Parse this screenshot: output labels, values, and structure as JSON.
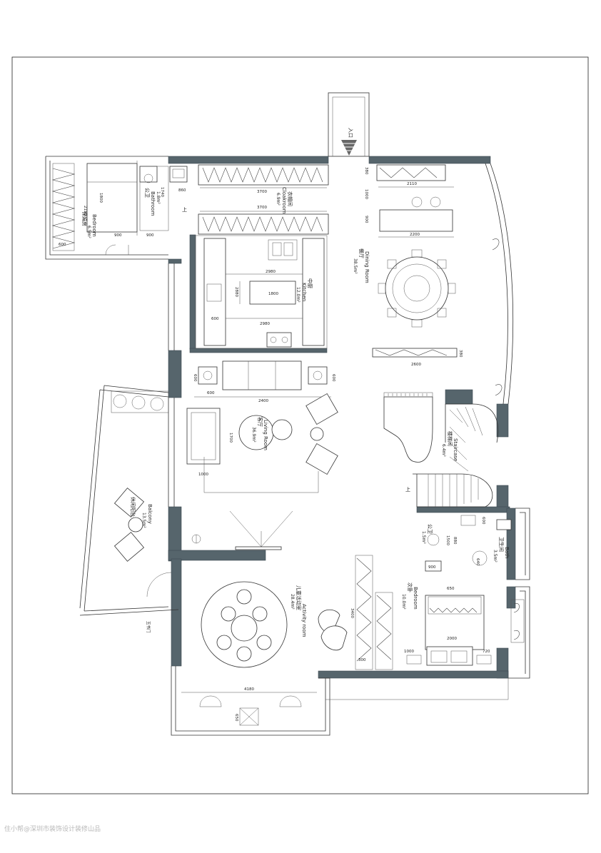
{
  "entrance": {
    "label": "入口"
  },
  "rooms": {
    "nanny_bedroom": {
      "cn": "保姆房",
      "en": "Bedroom",
      "area": "6.5m²"
    },
    "public_bath_top": {
      "cn": "公卫",
      "en": "Bathroom",
      "area": "1.8m²"
    },
    "cloakroom": {
      "cn": "衣帽间",
      "en": "Cloakroom",
      "area": "6.9m²"
    },
    "kitchen": {
      "cn": "中厨",
      "en": "Kitchen",
      "area": "12.0m²"
    },
    "dining": {
      "cn": "餐厅",
      "en": "Dining Room",
      "area": "38.5m²"
    },
    "living": {
      "cn": "客厅",
      "en": "Living Room",
      "area": "36.9m²"
    },
    "staircase": {
      "cn": "楼梯间",
      "en": "Staircase",
      "area": "6.4m²"
    },
    "balcony": {
      "cn": "休闲阳台",
      "en": "Balcony",
      "area": "13.5m²"
    },
    "activity": {
      "cn": "儿童活动室",
      "en": "Activity room",
      "area": "28.4m²"
    },
    "bedroom": {
      "cn": "次卧",
      "en": "Bedroom",
      "area": "10.0m²"
    },
    "public_bath": {
      "cn": "公卫",
      "en": "",
      "area": "1.5m²"
    },
    "bath": {
      "cn": "卫生间",
      "en": "Bath",
      "area": "3.5m²"
    }
  },
  "dims": {
    "d3700a": "3700",
    "d3700b": "3700",
    "d860": "860",
    "d1740": "1740",
    "d1800v": "1800",
    "d2150": "2150",
    "d900a": "900",
    "d900b": "900",
    "d600a": "600",
    "d2980a": "2980",
    "d1800": "1800",
    "d2880": "2880",
    "d600b": "600",
    "d2980b": "2980",
    "d2110": "2110",
    "d1000a": "1000",
    "d380a": "380",
    "d900c": "900",
    "d2200": "2200",
    "d2600": "2600",
    "d380b": "380",
    "d600c": "600",
    "d600d": "600",
    "d600e": "600",
    "d2400": "2400",
    "d1700": "1700",
    "d1000b": "1000",
    "d4180": "4180",
    "d650a": "650",
    "d3400": "3400",
    "d300": "300",
    "d1000c": "1000",
    "d2000": "2000",
    "d720": "720",
    "d650b": "650",
    "d1500": "1500",
    "d880": "880",
    "d900d": "900",
    "d640": "640",
    "d600f": "600"
  },
  "marks": {
    "up_a": "上",
    "up_b": "上",
    "door_note": "玉书门"
  },
  "watermark": "住小帮@深圳市装饰设计装修山品"
}
